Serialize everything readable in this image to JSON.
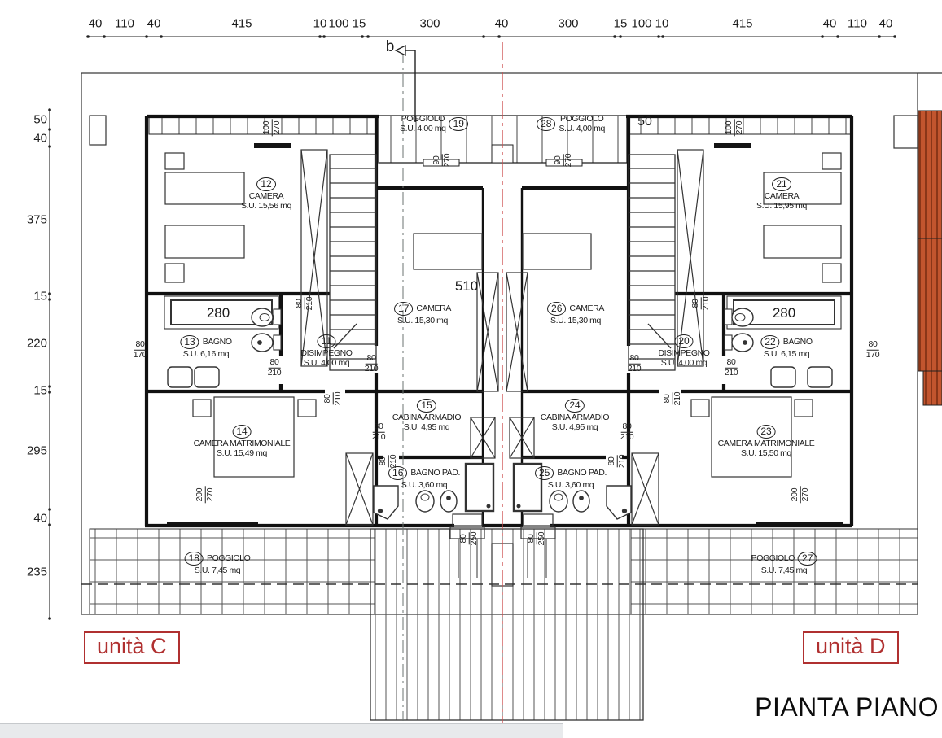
{
  "title": "PIANTA PIANO",
  "unit_left": "unità C",
  "unit_right": "unità D",
  "section_label": "b",
  "ruler_top": {
    "values": [
      "40",
      "110",
      "40",
      "415",
      "10",
      "100",
      "15",
      "300",
      "40",
      "300",
      "15",
      "100",
      "10",
      "415",
      "40",
      "110",
      "40"
    ]
  },
  "ruler_left": {
    "values": [
      "50",
      "40",
      "375",
      "15",
      "220",
      "15",
      "295",
      "40",
      "235"
    ]
  },
  "rooms": {
    "r11": {
      "num": "11",
      "name": "DISIMPEGNO",
      "area": "S.U. 4,00 mq"
    },
    "r12": {
      "num": "12",
      "name": "CAMERA",
      "area": "S.U. 15,56 mq"
    },
    "r13": {
      "num": "13",
      "name": "BAGNO",
      "area": "S.U. 6,16 mq"
    },
    "r14": {
      "num": "14",
      "name": "CAMERA MATRIMONIALE",
      "area": "S.U. 15,49 mq"
    },
    "r15": {
      "num": "15",
      "name": "CABINA ARMADIO",
      "area": "S.U. 4,95 mq"
    },
    "r16": {
      "num": "16",
      "name": "BAGNO PAD.",
      "area": "S.U. 3,60 mq"
    },
    "r17": {
      "num": "17",
      "name": "CAMERA",
      "area": "S.U. 15,30 mq"
    },
    "r18": {
      "num": "18",
      "name": "POGGIOLO",
      "area": "S.U. 7,45 mq"
    },
    "r19": {
      "num": "19",
      "name": "POGGIOLO",
      "area": "S.U. 4,00 mq"
    },
    "r20": {
      "num": "20",
      "name": "DISIMPEGNO",
      "area": "S.U. 4,00 mq"
    },
    "r21": {
      "num": "21",
      "name": "CAMERA",
      "area": "S.U. 15,95 mq"
    },
    "r22": {
      "num": "22",
      "name": "BAGNO",
      "area": "S.U. 6,15 mq"
    },
    "r23": {
      "num": "23",
      "name": "CAMERA MATRIMONIALE",
      "area": "S.U. 15,50 mq"
    },
    "r24": {
      "num": "24",
      "name": "CABINA ARMADIO",
      "area": "S.U. 4,95 mq"
    },
    "r25": {
      "num": "25",
      "name": "BAGNO PAD.",
      "area": "S.U. 3,60 mq"
    },
    "r26": {
      "num": "26",
      "name": "CAMERA",
      "area": "S.U. 15,30 mq"
    },
    "r27": {
      "num": "27",
      "name": "POGGIOLO",
      "area": "S.U. 7,45 mq"
    },
    "r28": {
      "num": "28",
      "name": "POGGIOLO",
      "area": "S.U. 4,00 mq"
    }
  },
  "dims": {
    "d80": "80",
    "d90": "90",
    "d100": "100",
    "d170": "170",
    "d200": "200",
    "d210": "210",
    "d250": "250",
    "d270": "270"
  },
  "annotations": {
    "tub_left": "280",
    "tub_right": "280",
    "width_510": "510",
    "offset_50": "50"
  },
  "colors": {
    "line": "#1c1c1c",
    "red_accent": "#b03030",
    "centerline": "#cc4a4a",
    "brick": "#c2552e"
  }
}
